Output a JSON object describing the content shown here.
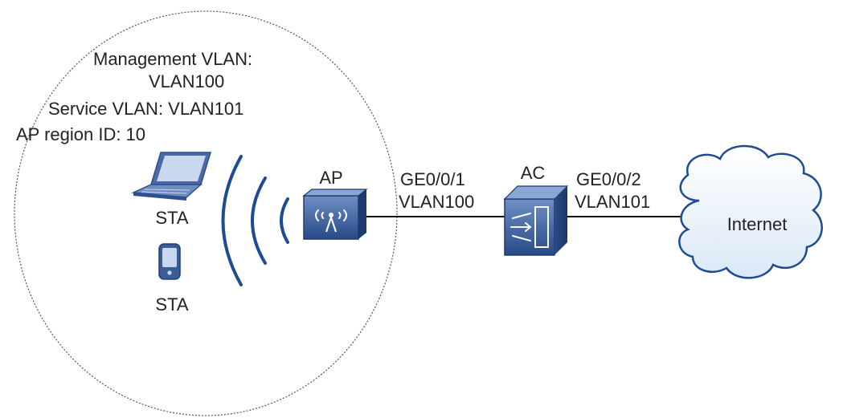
{
  "area_info": {
    "management_vlan_line1": "Management VLAN:",
    "management_vlan_line2": "VLAN100",
    "service_vlan": "Service VLAN: VLAN101",
    "ap_region": "AP region ID: 10"
  },
  "devices": {
    "sta_laptop_label": "STA",
    "sta_phone_label": "STA",
    "ap_label": "AP",
    "ac_label": "AC",
    "internet_label": "Internet"
  },
  "links": {
    "ap_ac_port": "GE0/0/1",
    "ap_ac_vlan": "VLAN100",
    "ac_internet_port": "GE0/0/2",
    "ac_internet_vlan": "VLAN101"
  },
  "icons": {
    "laptop": "laptop-icon",
    "phone": "mobile-phone-icon",
    "ap": "access-point-icon",
    "ac": "access-controller-icon",
    "cloud": "internet-cloud-icon",
    "wireless": "wireless-signal-icon"
  },
  "colors": {
    "device_blue": "#2e4f8f",
    "signal_blue": "#1e4c93",
    "cloud_fill": "#e9f1fb",
    "cloud_stroke": "#1e4c93"
  }
}
